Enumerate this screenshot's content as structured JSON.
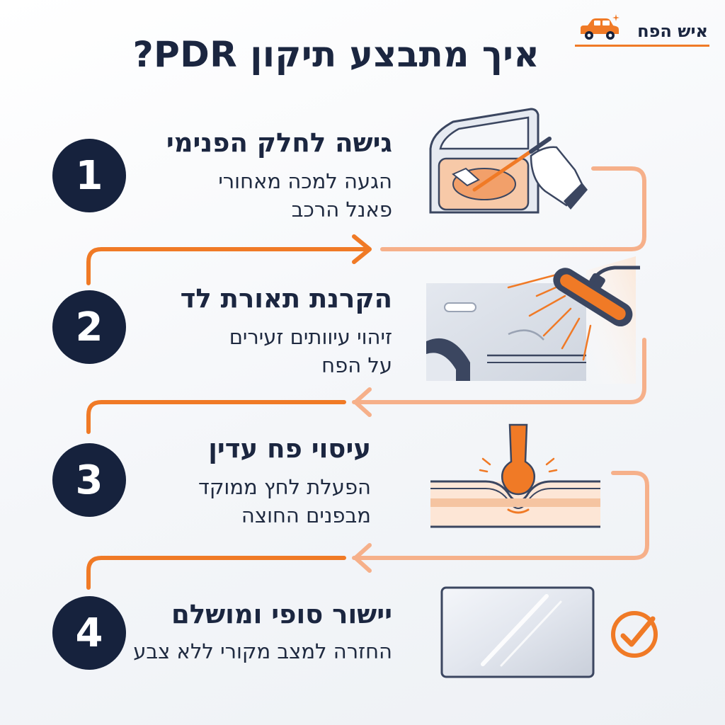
{
  "brand": {
    "name": "איש הפח",
    "accent_color": "#f07a26",
    "navy_color": "#16223d",
    "icon": "car-icon"
  },
  "title": "איך מתבצע תיקון PDR?",
  "steps": [
    {
      "number": "1",
      "title": "גישה לחלק הפנימי",
      "desc_line1": "הגעה למכה מאחורי",
      "desc_line2": "פאנל הרכב",
      "icon": "car-door-tool-icon"
    },
    {
      "number": "2",
      "title": "הקרנת תאורת לד",
      "desc_line1": "זיהוי עיוותים זעירים",
      "desc_line2": "על הפח",
      "icon": "led-light-panel-icon"
    },
    {
      "number": "3",
      "title": "עיסוי פח עדין",
      "desc_line1": "הפעלת לחץ ממוקד",
      "desc_line2": "מבפנים החוצה",
      "icon": "pressure-tool-icon"
    },
    {
      "number": "4",
      "title": "יישור סופי ומושלם",
      "desc_line1": "החזרה למצב מקורי ללא צבע",
      "icon": "smooth-panel-icon",
      "check_icon": "check-circle-icon"
    }
  ]
}
